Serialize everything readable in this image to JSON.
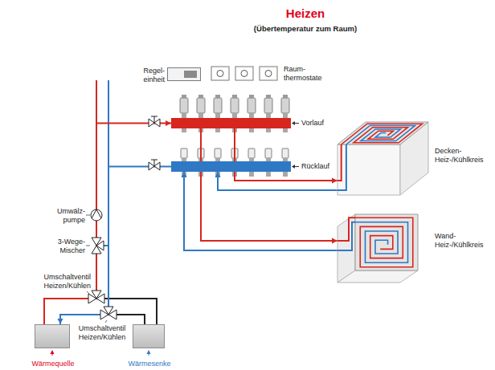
{
  "diagram": {
    "title": "Heizen",
    "nodes": [
      {
        "text": [
          "Regel- einheit"
        ]
      },
      {
        "text": [
          "Vorlauf"
        ]
      },
      {
        "text": [
          "Rücklauf"
        ]
      },
      {
        "text": [
          "Decken- Heiz-/Kühlkreis"
        ]
      },
      {
        "text": [
          "Wand- Heiz-/Kühlkreis"
        ]
      },
      {
        "text": [
          "Wärmequelle"
        ]
      },
      {
        "text": [
          "Wärmesenke"
        ]
      }
    ],
    "edges": [
      {
        "from": 1,
        "to": 3,
        "arrow": "to"
      },
      {
        "from": 3,
        "to": 2,
        "arrow": "to"
      },
      {
        "from": 1,
        "to": 4,
        "arrow": "to"
      },
      {
        "from": 4,
        "to": 2,
        "arrow": "to"
      },
      {
        "from": 5,
        "to": 1,
        "arrow": "to"
      },
      {
        "from": 2,
        "to": 5,
        "arrow": "to"
      }
    ],
    "labels": [
      "(Übertemperatur zum Raum)",
      "Raum- thermostate",
      "Umwälz- pumpe",
      "3-Wege- Mischer",
      "Umschaltventil Heizen/Kühlen",
      "Umschaltventil Heizen/Kühlen"
    ]
  }
}
